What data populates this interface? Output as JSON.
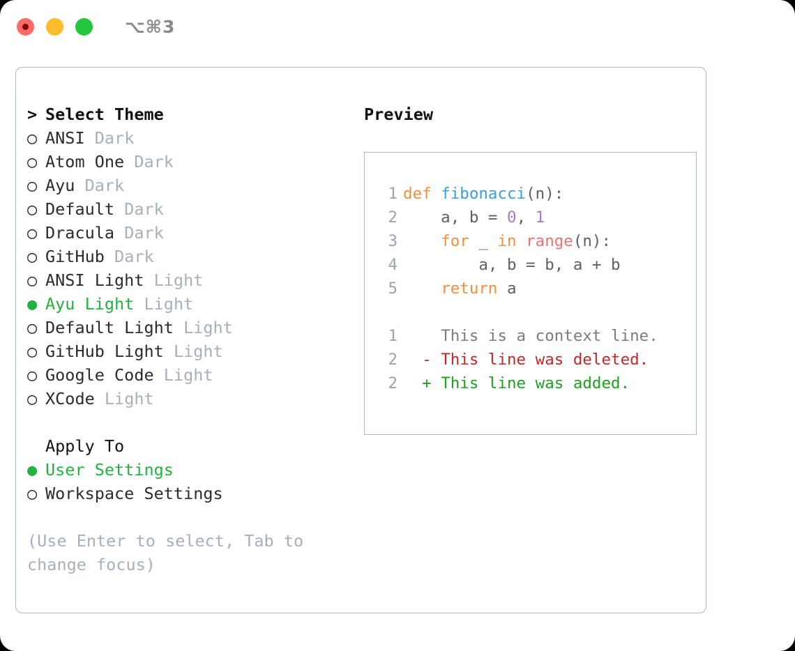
{
  "window": {
    "traffic_lights": [
      "close",
      "minimize",
      "maximize"
    ],
    "shortcut_label": "⌥⌘3"
  },
  "theme_panel": {
    "heading_marker": ">",
    "heading": "Select Theme",
    "items": [
      {
        "marker": "○",
        "name": "ANSI",
        "tag": "Dark",
        "selected": false
      },
      {
        "marker": "○",
        "name": "Atom One",
        "tag": "Dark",
        "selected": false
      },
      {
        "marker": "○",
        "name": "Ayu",
        "tag": "Dark",
        "selected": false
      },
      {
        "marker": "○",
        "name": "Default",
        "tag": "Dark",
        "selected": false
      },
      {
        "marker": "○",
        "name": "Dracula",
        "tag": "Dark",
        "selected": false
      },
      {
        "marker": "○",
        "name": "GitHub",
        "tag": "Dark",
        "selected": false
      },
      {
        "marker": "○",
        "name": "ANSI Light",
        "tag": "Light",
        "selected": false
      },
      {
        "marker": "●",
        "name": "Ayu Light",
        "tag": "Light",
        "selected": true
      },
      {
        "marker": "○",
        "name": "Default Light",
        "tag": "Light",
        "selected": false
      },
      {
        "marker": "○",
        "name": "GitHub Light",
        "tag": "Light",
        "selected": false
      },
      {
        "marker": "○",
        "name": "Google Code",
        "tag": "Light",
        "selected": false
      },
      {
        "marker": "○",
        "name": "XCode",
        "tag": "Light",
        "selected": false
      }
    ]
  },
  "apply_to": {
    "heading": "Apply To",
    "items": [
      {
        "marker": "●",
        "name": "User Settings",
        "selected": true
      },
      {
        "marker": "○",
        "name": "Workspace Settings",
        "selected": false
      }
    ]
  },
  "hint": "(Use Enter to select, Tab to change focus)",
  "preview": {
    "title": "Preview",
    "code_lines": [
      {
        "num": "1",
        "tokens": [
          {
            "t": "def",
            "c": "kw"
          },
          {
            "t": " ",
            "c": "plain"
          },
          {
            "t": "fibonacci",
            "c": "fn"
          },
          {
            "t": "(n):",
            "c": "plain"
          }
        ]
      },
      {
        "num": "2",
        "tokens": [
          {
            "t": "    a, b = ",
            "c": "plain"
          },
          {
            "t": "0",
            "c": "num"
          },
          {
            "t": ", ",
            "c": "plain"
          },
          {
            "t": "1",
            "c": "num"
          }
        ]
      },
      {
        "num": "3",
        "tokens": [
          {
            "t": "    ",
            "c": "plain"
          },
          {
            "t": "for",
            "c": "kw"
          },
          {
            "t": " _ ",
            "c": "plain"
          },
          {
            "t": "in",
            "c": "kw"
          },
          {
            "t": " ",
            "c": "plain"
          },
          {
            "t": "range",
            "c": "bi"
          },
          {
            "t": "(n):",
            "c": "plain"
          }
        ]
      },
      {
        "num": "4",
        "tokens": [
          {
            "t": "        a, b = b, a + b",
            "c": "plain"
          }
        ]
      },
      {
        "num": "5",
        "tokens": [
          {
            "t": "    ",
            "c": "plain"
          },
          {
            "t": "return",
            "c": "kw"
          },
          {
            "t": " a",
            "c": "plain"
          }
        ]
      }
    ],
    "diff_lines": [
      {
        "num": "1",
        "sign": " ",
        "text": "This is a context line.",
        "kind": "ctx"
      },
      {
        "num": "2",
        "sign": "-",
        "text": "This line was deleted.",
        "kind": "del"
      },
      {
        "num": "2",
        "sign": "+",
        "text": "This line was added.",
        "kind": "add"
      }
    ]
  },
  "colors": {
    "accent_green": "#22B33E",
    "muted": "#A6B0BC",
    "border": "#AEB8C7",
    "kw": "#FA8D3E",
    "fn": "#399EE6",
    "num": "#A37ACC",
    "builtin": "#F07171",
    "text": "#5C6166",
    "diff_del": "#C62828",
    "diff_add": "#1EA11E",
    "linenum": "#9AA4B2"
  }
}
